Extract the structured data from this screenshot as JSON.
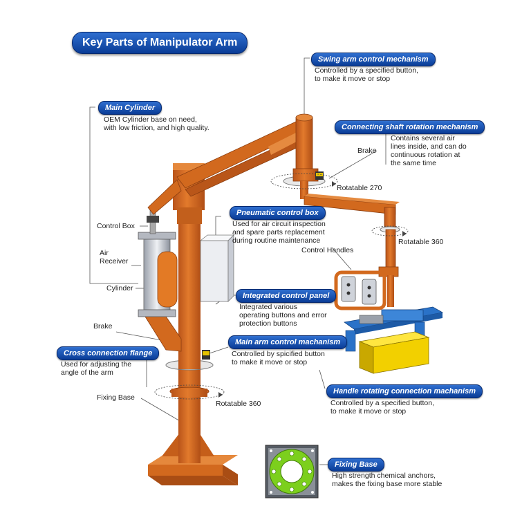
{
  "title": "Key Parts of Manipulator Arm",
  "callouts": {
    "swing_arm": {
      "title": "Swing arm control mechanism",
      "desc": "Controlled by a specified button,\nto make it move or stop"
    },
    "main_cylinder": {
      "title": "Main Cylinder",
      "desc": "OEM Cylinder base on need,\nwith low friction, and high quality."
    },
    "connecting_shaft": {
      "title": "Connecting shaft rotation mechanism",
      "desc": "Contains several air\nlines inside, and can do\ncontinuous rotation at\nthe same time"
    },
    "pneumatic_box": {
      "title": "Pneumatic control box",
      "desc": "Used for air circuit inspection\nand spare parts replacement\nduring routine maintenance"
    },
    "integrated_panel": {
      "title": "Integrated control panel",
      "desc": "Integrated various\noperating buttons and error\nprotection buttons"
    },
    "main_arm": {
      "title": "Main arm control machanism",
      "desc": "Controlled by spicified button\nto make it move or stop"
    },
    "cross_flange": {
      "title": "Cross connection flange",
      "desc": "Used for adjusting the\nangle of the arm"
    },
    "handle_rotating": {
      "title": "Handle rotating connection machanism",
      "desc": "Controlled by a specified button,\nto make it move or stop"
    },
    "fixing_base": {
      "title": "Fixing Base",
      "desc": "High strength chemical anchors,\nmakes the fixing base more stable"
    }
  },
  "labels": {
    "brake_top": "Brake",
    "rotatable_270": "Rotatable 270",
    "rotatable_360_upper": "Rotatable 360",
    "control_box": "Control Box",
    "air_receiver": "Air\nReceiver",
    "cylinder": "Cylinder",
    "control_handles": "Control Handles",
    "brake_lower": "Brake",
    "fixing_base_label": "Fixing Base",
    "rotatable_360_lower": "Rotatable 360"
  },
  "colors": {
    "structure_orange": "#d2691e",
    "callout_blue": "#0a3c96",
    "flange_green": "#7ccf1d",
    "load_yellow": "#f2d000",
    "gripper_blue": "#2a72c8",
    "cylinder_silver": "#c8ccd4"
  }
}
